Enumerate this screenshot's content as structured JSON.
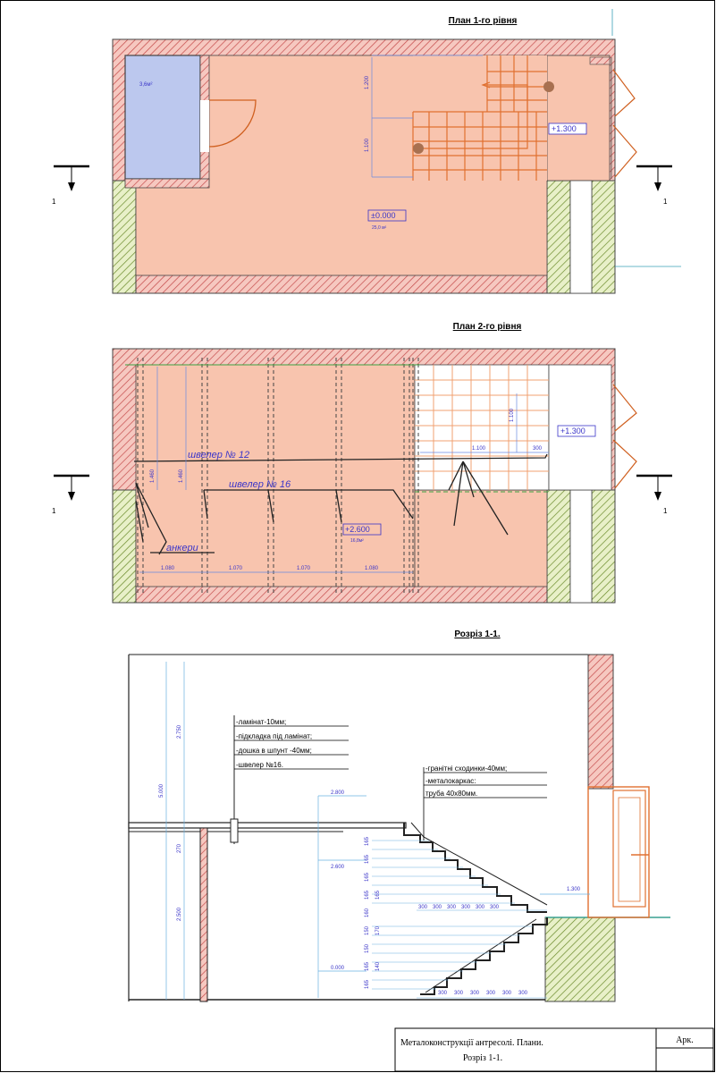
{
  "titles": {
    "plan1": "План 1-го рівня",
    "plan2": "План 2-го рівня",
    "section": "Розріз 1-1."
  },
  "plan1": {
    "room_blue_area": "3,6м²",
    "level_zero": "±0.000",
    "area_main": "25,0 м²",
    "level_landing": "+1.300",
    "dim_upper": "1.200",
    "dim_lower": "1.100",
    "cut_label": "1"
  },
  "plan2": {
    "channel12": "швелер № 12",
    "channel16": "швелер № 16",
    "anchors": "анкери",
    "level_floor": "+2.600",
    "area_floor": "16,8м²",
    "level_landing": "+1.300",
    "dims_bottom": [
      "1.080",
      "1.070",
      "1.070",
      "1.080"
    ],
    "dim_v1": "1.460",
    "dim_v2": "1.460",
    "dim_stair_w": "1.100",
    "dim_stair_h": "1.100",
    "dim_small": "300"
  },
  "section": {
    "floor_layers": [
      "-ламінат-10мм;",
      "-підкладка під ламінат;",
      "-дошка в шпунт -40мм;",
      "-швелер №16."
    ],
    "stair_layers": [
      "-гранітні сходинки-40мм;",
      "-металокаркас:",
      "труба 40х80мм."
    ],
    "dim_total": "5.000",
    "dim_upper": "2.750",
    "dim_lower_a": "2.500",
    "dim_lower_b": "270",
    "level_top": "2.800",
    "level_floor": "2.600",
    "level_landing": "1.300",
    "level_zero": "0.000",
    "tread_dims": [
      "300",
      "300",
      "300",
      "300",
      "300",
      "300"
    ],
    "riser_labels": [
      "165",
      "165",
      "165",
      "165",
      "160",
      "150",
      "150",
      "165",
      "165",
      "165",
      "170",
      "140"
    ]
  },
  "stamp": {
    "line1": "Металоконструкції антресолі. Плани.",
    "line2": "Розріз 1-1.",
    "sheet_label": "Арк."
  }
}
